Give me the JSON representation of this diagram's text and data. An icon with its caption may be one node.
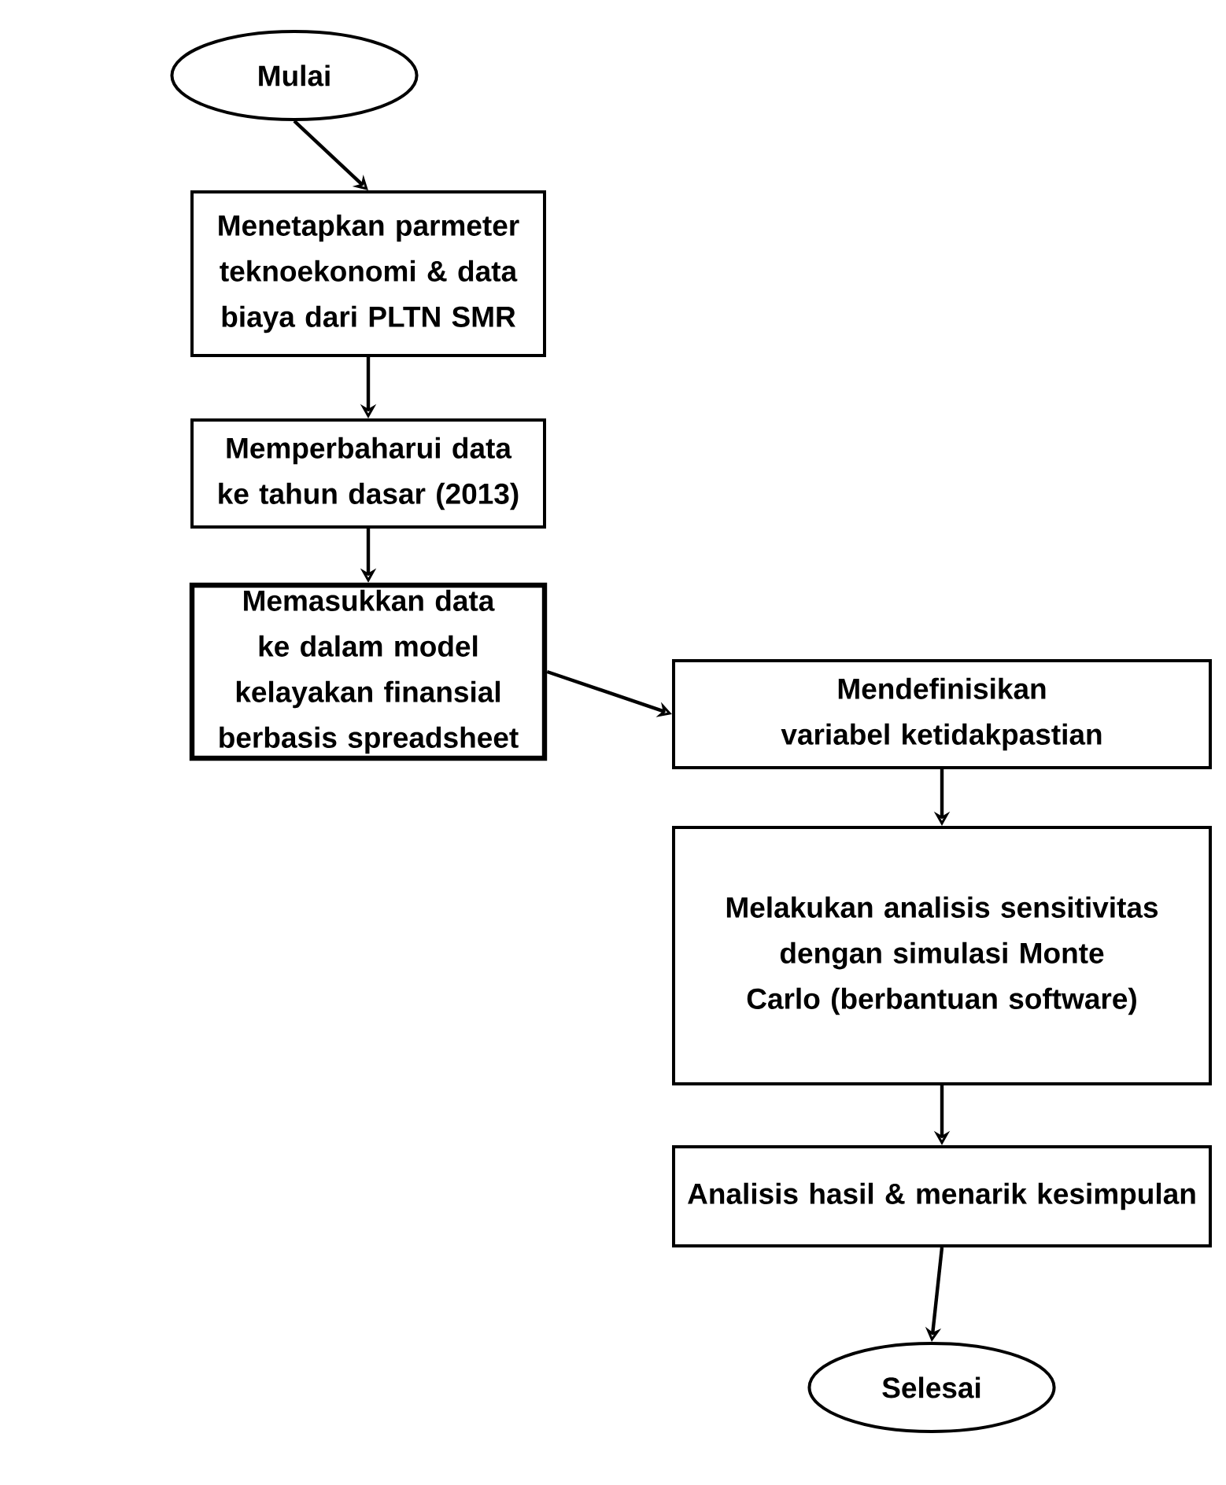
{
  "diagram": {
    "nodes": [
      {
        "text": [
          "Mulai"
        ]
      },
      {
        "text": [
          "Menetapkan parmeter teknoekonomi & data biaya dari PLTN SMR"
        ]
      },
      {
        "text": [
          "Memperbaharui data ke tahun dasar (2013)"
        ]
      },
      {
        "text": [
          "Memasukkan data ke dalam model kelayakan finansial berbasis spreadsheet"
        ]
      },
      {
        "text": [
          "Mendefinisikan variabel ketidakpastian"
        ]
      },
      {
        "text": [
          "Melakukan analisis sensitivitas dengan simulasi Monte Carlo (berbantuan software)"
        ]
      },
      {
        "text": [
          "Analisis hasil & menarik kesimpulan"
        ]
      },
      {
        "text": [
          "Selesai"
        ]
      }
    ],
    "edges": [
      {
        "from": 0,
        "to": 1,
        "arrow": "to"
      },
      {
        "from": 1,
        "to": 2,
        "arrow": "to"
      },
      {
        "from": 2,
        "to": 3,
        "arrow": "to"
      },
      {
        "from": 3,
        "to": 4,
        "arrow": "to"
      },
      {
        "from": 4,
        "to": 5,
        "arrow": "to"
      },
      {
        "from": 5,
        "to": 6,
        "arrow": "to"
      },
      {
        "from": 6,
        "to": 7,
        "arrow": "to"
      }
    ]
  }
}
